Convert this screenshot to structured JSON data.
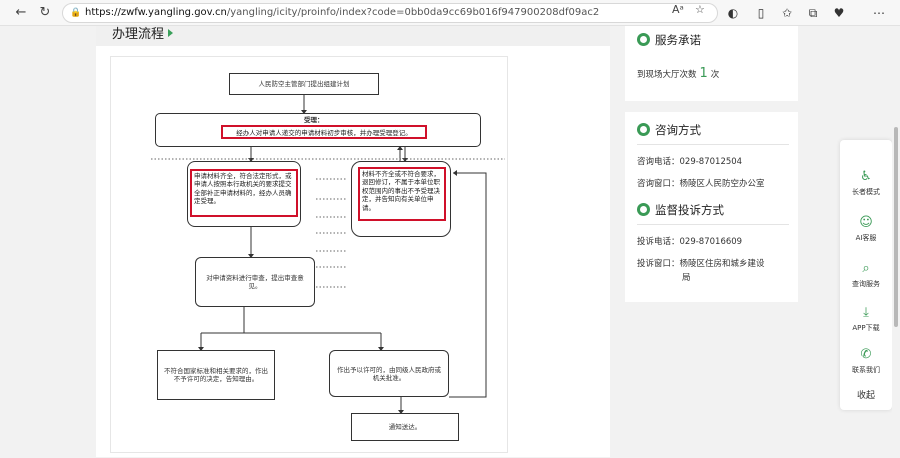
{
  "browser": {
    "url_host": "https://zwfw.yangling.gov.cn",
    "url_path": "/yangling/icity/proinfo/index?code=0bb0da9cc69b016f947900208df09ac2"
  },
  "section": {
    "title": "办理流程"
  },
  "flow": {
    "box1": "人民防空主管部门提出组建计划",
    "box2_head": "受理：",
    "box2_text": "经办人对申请人递交的申请材料初步审核，并办理受理登记。",
    "box_left": "申请材料齐全，符合法定形式，或申请人按照本行政机关的要求提交全部补正申请材料的，经办人员确定受理。",
    "box_right": "材料不齐全或不符合要求，退回修订，不属于本单位职权范围内的事出不予受理决定，并告知向有关单位申请。",
    "box_review": "对申请资料进行审查，提出审查意见。",
    "box_reject": "不符合国家标准和相关要求的，作出不予许可的决定，告知理由。",
    "box_approve": "作出予以许可的，由同级人民政府或机关批准。",
    "box_notify": "通知送达。"
  },
  "service": {
    "title": "服务承诺",
    "visits_label": "到现场大厅次数",
    "visits_value": "1",
    "visits_unit": "次"
  },
  "consult": {
    "title": "咨询方式",
    "phone_label": "咨询电话：",
    "phone": "029-87012504",
    "window_label": "咨询窗口：",
    "window": "杨陵区人民防空办公室"
  },
  "complaint": {
    "title": "监督投诉方式",
    "phone_label": "投诉电话：",
    "phone": "029-87016609",
    "window_label": "投诉窗口：",
    "window_line1": "杨陵区住房和城乡建设",
    "window_line2": "局"
  },
  "floating": {
    "elder": "长者模式",
    "ai": "AI客服",
    "query": "查询服务",
    "app": "APP下载",
    "contact": "联系我们",
    "close": "收起"
  },
  "colors": {
    "accent": "#3a9a56",
    "highlight": "#d0102a"
  }
}
